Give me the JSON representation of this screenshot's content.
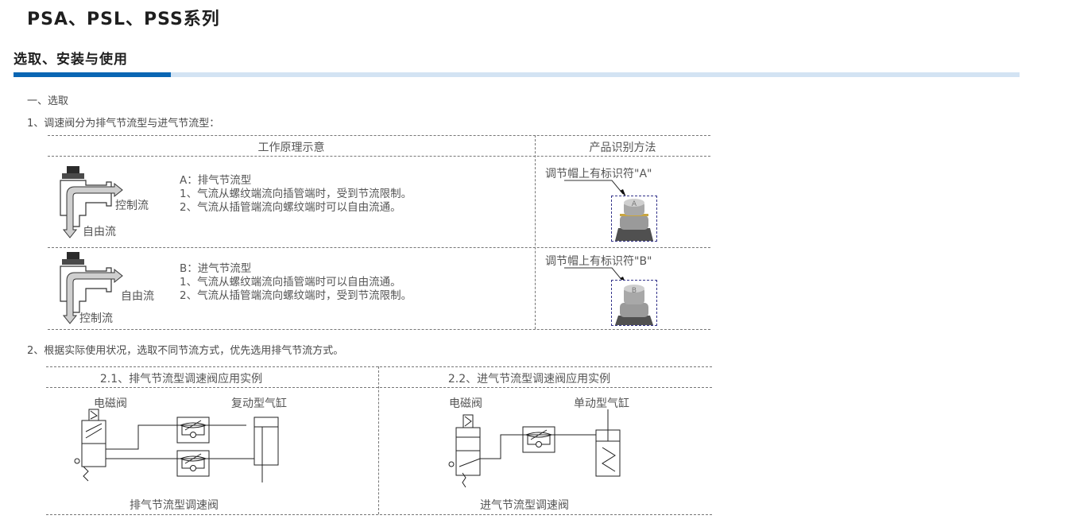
{
  "header": {
    "title": "PSA、PSL、PSS系列",
    "section_title": "选取、安装与使用",
    "colors": {
      "accent_dark": "#0a66b3",
      "accent_light": "#d3e3f3"
    }
  },
  "selection": {
    "heading": "一、选取",
    "item1": "1、调速阀分为排气节流型与进气节流型：",
    "table1": {
      "col_headers": [
        "工作原理示意",
        "产品识别方法"
      ],
      "rows": [
        {
          "diagram_labels": {
            "side": "控制流",
            "bottom": "自由流"
          },
          "type_title": "A：排气节流型",
          "lines": [
            "1、气流从螺纹端流向插管端时，受到节流限制。",
            "2、气流从插管端流向螺纹端时可以自由流通。"
          ],
          "identification": "调节帽上有标识符\"A\"",
          "knob_mark": "A"
        },
        {
          "diagram_labels": {
            "side": "自由流",
            "bottom": "控制流"
          },
          "type_title": "B：进气节流型",
          "lines": [
            "1、气流从螺纹端流向插管端时可以自由流通。",
            "2、气流从插管端流向螺纹端时，受到节流限制。"
          ],
          "identification": "调节帽上有标识符\"B\"",
          "knob_mark": "B"
        }
      ]
    },
    "item2": "2、根据实际使用状况，选取不同节流方式，优先选用排气节流方式。",
    "table2": {
      "panels": [
        {
          "header": "2.1、排气节流型调速阀应用实例",
          "valve_label": "电磁阀",
          "cylinder_label": "复动型气缸",
          "caption": "排气节流型调速阀"
        },
        {
          "header": "2.2、进气节流型调速阀应用实例",
          "valve_label": "电磁阀",
          "cylinder_label": "单动型气缸",
          "caption": "进气节流型调速阀"
        }
      ]
    }
  }
}
